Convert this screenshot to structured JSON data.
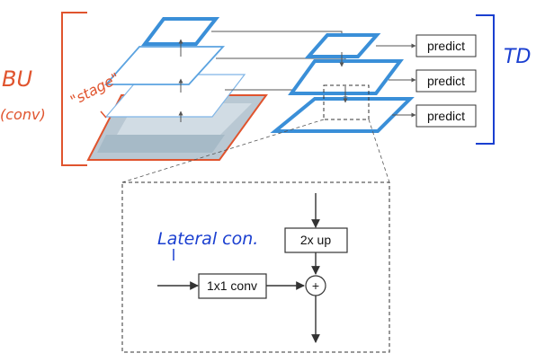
{
  "annotations": {
    "bottom_up": "BU",
    "bottom_up_sub": "(conv)",
    "stage": "\"stage\"",
    "top_down": "TD",
    "lateral": "Lateral con."
  },
  "predict_labels": [
    "predict",
    "predict",
    "predict"
  ],
  "detail": {
    "upsample_label": "2x up",
    "conv_label": "1x1 conv",
    "sum_symbol": "+"
  },
  "colors": {
    "fpn_blue": "#3a8fd8",
    "bottom_up_blue": "#5ba3e0",
    "annotation_red": "#e0542e",
    "annotation_blue": "#1a3fd0",
    "line": "#333333",
    "image_bg": "#b9c8d3"
  }
}
